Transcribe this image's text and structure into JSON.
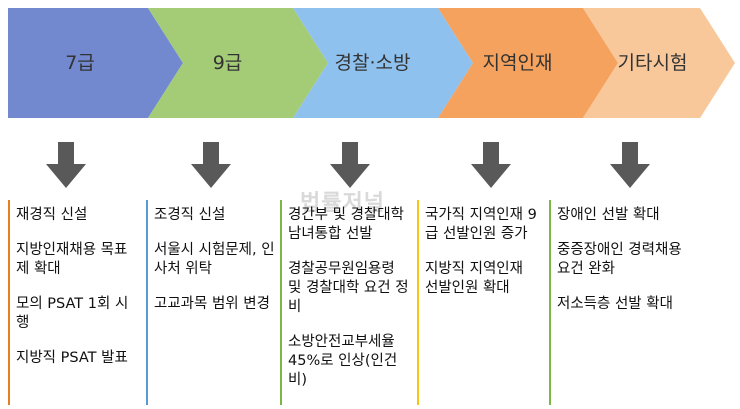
{
  "stages": [
    {
      "label": "7급",
      "color": "#7289cf",
      "line_color": "#e67e22"
    },
    {
      "label": "9급",
      "color": "#a4cc77",
      "line_color": "#5b9bd5"
    },
    {
      "label": "경찰·소방",
      "color": "#8fc1ee",
      "line_color": "#7ab648"
    },
    {
      "label": "지역인재",
      "color": "#f4a25d",
      "line_color": "#f5c518"
    },
    {
      "label": "기타시험",
      "color": "#f8c89b",
      "line_color": "#7ab648"
    }
  ],
  "columns": [
    {
      "items": [
        "재경직 신설",
        "지방인재채용 목표제 확대",
        "모의 PSAT 1회 시행",
        "지방직 PSAT 발표"
      ]
    },
    {
      "items": [
        "조경직 신설",
        "서울시 시험문제, 인사처 위탁",
        "고교과목 범위 변경"
      ]
    },
    {
      "items": [
        "경간부 및 경찰대학 남녀통합 선발",
        "경찰공무원임용령 및 경찰대학 요건 정비",
        "소방안전교부세율 45%로 인상(인건비)"
      ]
    },
    {
      "items": [
        "국가직 지역인재 9급 선발인원 증가",
        "지방직 지역인재 선발인원 확대"
      ]
    },
    {
      "items": [
        "장애인 선발 확대",
        "중증장애인 경력채용 요건 완화",
        "저소득층 선발 확대"
      ]
    }
  ],
  "watermark": "법률저널",
  "arrow_color": "#595959"
}
